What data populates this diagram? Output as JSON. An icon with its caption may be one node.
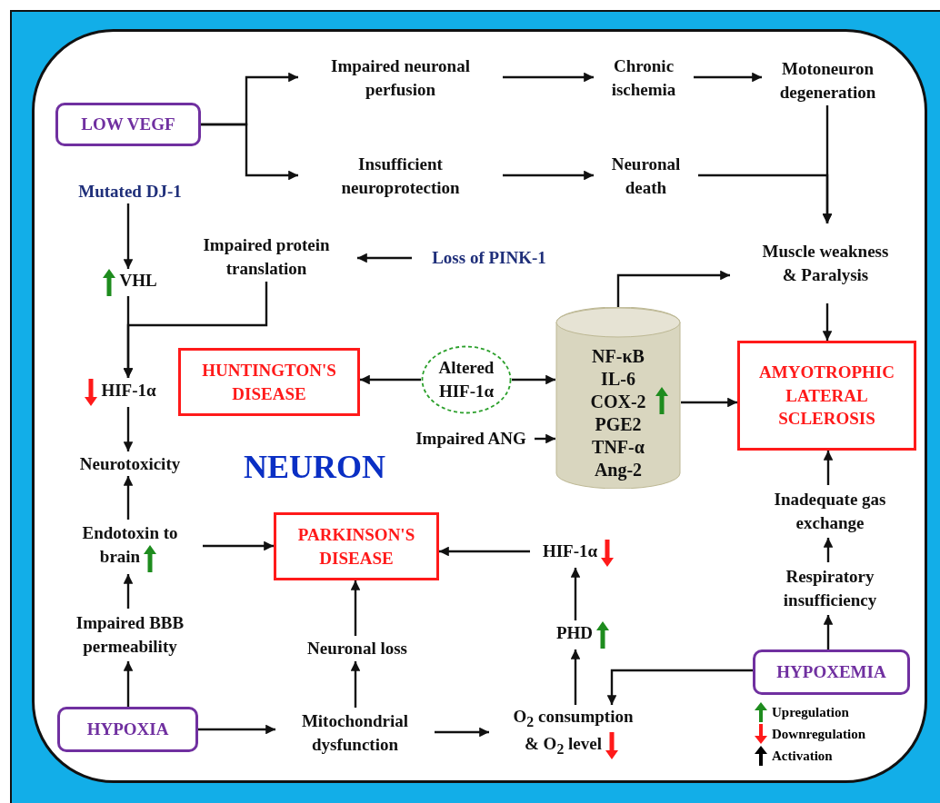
{
  "diagram": {
    "nodes": [
      {
        "text": [
          "NEURON"
        ]
      },
      {
        "text": [
          "LOW VEGF"
        ],
        "in": 0
      },
      {
        "text": [
          "Impaired neuronal perfusion"
        ],
        "in": 0
      },
      {
        "text": [
          "Chronic ischemia"
        ],
        "in": 0
      },
      {
        "text": [
          "Motoneuron degeneration"
        ],
        "in": 0
      },
      {
        "text": [
          "Insufficient neuroprotection"
        ],
        "in": 0
      },
      {
        "text": [
          "Neuronal death"
        ],
        "in": 0
      },
      {
        "text": [
          "Mutated DJ-1"
        ],
        "in": 0
      },
      {
        "text": [
          "VHL"
        ],
        "in": 0
      },
      {
        "text": [
          "Impaired protein translation"
        ],
        "in": 0
      },
      {
        "text": [
          "Loss of PINK-1"
        ],
        "in": 0
      },
      {
        "text": [
          "Muscle weakness & Paralysis"
        ],
        "in": 0
      },
      {
        "text": [
          "HIF-1α"
        ],
        "in": 0
      },
      {
        "text": [
          "HUNTINGTON'S DISEASE"
        ],
        "in": 0
      },
      {
        "text": [
          "Altered HIF-1α"
        ],
        "in": 0
      },
      {
        "text": [
          "NF-κB",
          "IL-6",
          "COX-2",
          "PGE2",
          "TNF-α",
          "Ang-2"
        ],
        "in": 0
      },
      {
        "text": [
          "AMYOTROPHIC LATERAL SCLEROSIS"
        ],
        "in": 0
      },
      {
        "text": [
          "Impaired ANG"
        ],
        "in": 0
      },
      {
        "text": [
          "Neurotoxicity"
        ],
        "in": 0
      },
      {
        "text": [
          "Endotoxin to brain"
        ],
        "in": 0
      },
      {
        "text": [
          "PARKINSON'S DISEASE"
        ],
        "in": 0
      },
      {
        "text": [
          "HIF-1α"
        ],
        "in": 0
      },
      {
        "text": [
          "Impaired BBB permeability"
        ],
        "in": 0
      },
      {
        "text": [
          "Neuronal loss"
        ],
        "in": 0
      },
      {
        "text": [
          "PHD"
        ],
        "in": 0
      },
      {
        "text": [
          "Inadequate gas exchange"
        ],
        "in": 0
      },
      {
        "text": [
          "Respiratory insufficiency"
        ],
        "in": 0
      },
      {
        "text": [
          "HYPOXIA"
        ],
        "in": 0
      },
      {
        "text": [
          "Mitochondrial dysfunction"
        ],
        "in": 0
      },
      {
        "text": [
          "O$_{2}$ consumption & O$_{2}$ level"
        ],
        "in": 0
      },
      {
        "text": [
          "HYPOXEMIA"
        ],
        "in": 0
      }
    ],
    "edges": [
      {
        "from": 1,
        "to": 2,
        "arrow": "to"
      },
      {
        "from": 1,
        "to": 5,
        "arrow": "to"
      },
      {
        "from": 2,
        "to": 3,
        "arrow": "to"
      },
      {
        "from": 3,
        "to": 4,
        "arrow": "to"
      },
      {
        "from": 5,
        "to": 6,
        "arrow": "to"
      },
      {
        "from": 4,
        "to": 11,
        "arrow": "to"
      },
      {
        "from": 6,
        "to": 11,
        "arrow": "to"
      },
      {
        "from": 7,
        "to": 8,
        "arrow": "to"
      },
      {
        "from": 10,
        "to": 9,
        "arrow": "to"
      },
      {
        "from": 8,
        "to": 12,
        "arrow": "to"
      },
      {
        "from": 9,
        "to": 12,
        "arrow": "to"
      },
      {
        "from": 14,
        "to": 13,
        "arrow": "to"
      },
      {
        "from": 14,
        "to": 15,
        "arrow": "to"
      },
      {
        "from": 15,
        "to": 11,
        "arrow": "to"
      },
      {
        "from": 15,
        "to": 16,
        "arrow": "to"
      },
      {
        "from": 17,
        "to": 15,
        "arrow": "to"
      },
      {
        "from": 12,
        "to": 18,
        "arrow": "to"
      },
      {
        "from": 19,
        "to": 18,
        "arrow": "to"
      },
      {
        "from": 19,
        "to": 20,
        "arrow": "to"
      },
      {
        "from": 21,
        "to": 20,
        "arrow": "to"
      },
      {
        "from": 22,
        "to": 19,
        "arrow": "to"
      },
      {
        "from": 23,
        "to": 20,
        "arrow": "to"
      },
      {
        "from": 24,
        "to": 21,
        "arrow": "to"
      },
      {
        "from": 27,
        "to": 22,
        "arrow": "to"
      },
      {
        "from": 28,
        "to": 23,
        "arrow": "to"
      },
      {
        "from": 27,
        "to": 28,
        "arrow": "to"
      },
      {
        "from": 28,
        "to": 29,
        "arrow": "to"
      },
      {
        "from": 29,
        "to": 24,
        "arrow": "to"
      },
      {
        "from": 30,
        "to": 29,
        "arrow": "to"
      },
      {
        "from": 30,
        "to": 26,
        "arrow": "to"
      },
      {
        "from": 26,
        "to": 25,
        "arrow": "to"
      },
      {
        "from": 25,
        "to": 16,
        "arrow": "to"
      },
      {
        "from": 11,
        "to": 16,
        "arrow": "to"
      }
    ],
    "legend": [
      {
        "text": "Upregulation",
        "color": "#1e8c1e"
      },
      {
        "text": "Downregulation",
        "color": "#ff1a1a"
      },
      {
        "text": "Activation",
        "color": "#000000"
      }
    ]
  }
}
